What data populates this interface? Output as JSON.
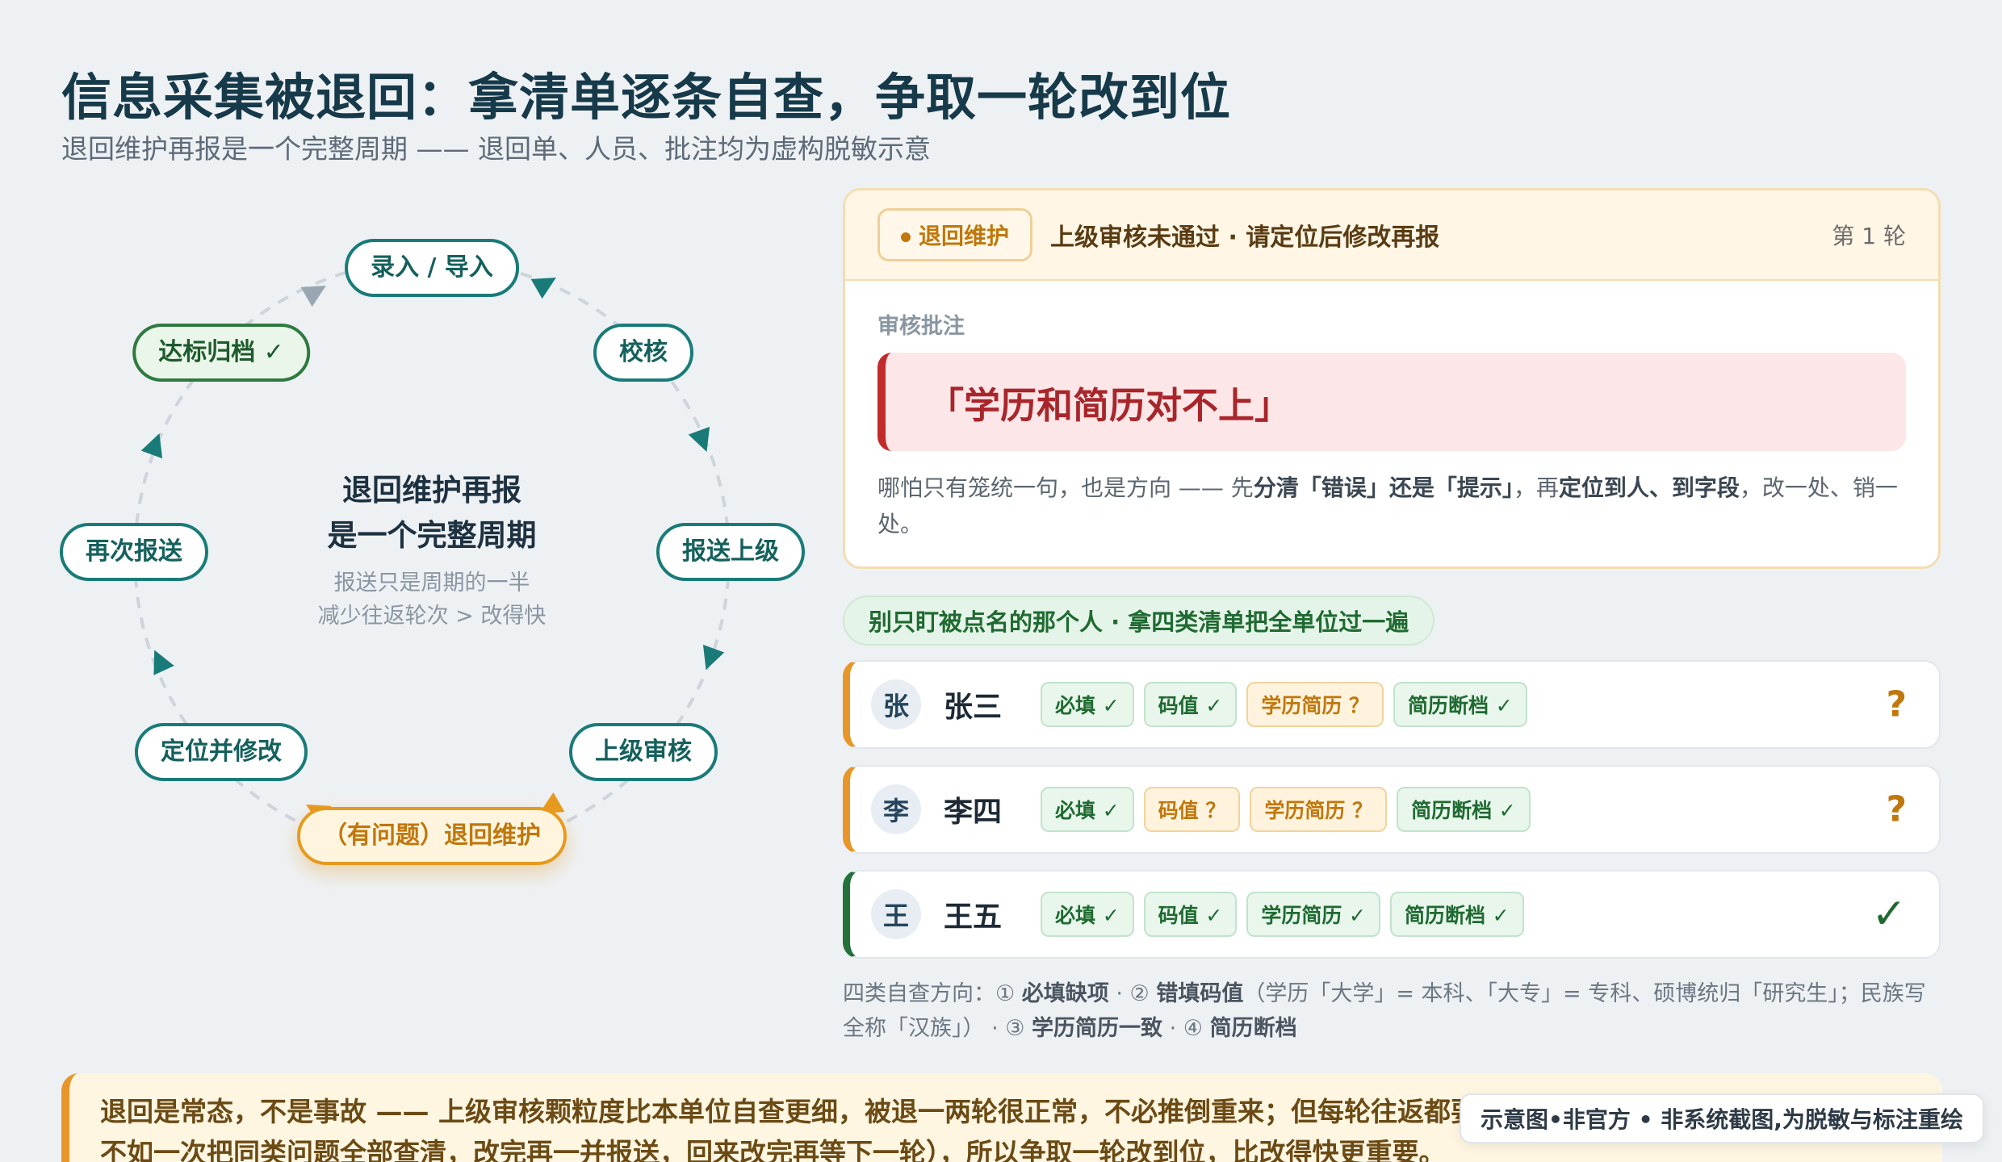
{
  "header": {
    "title": "信息采集被退回：拿清单逐条自查，争取一轮改到位",
    "subtitle": "退回维护再报是一个完整周期 —— 退回单、人员、批注均为虚构脱敏示意"
  },
  "cycle": {
    "nodes": {
      "entry": "录入 / 导入",
      "verify": "校核",
      "report": "报送上级",
      "review": "上级审核",
      "returned": "（有问题）退回维护",
      "fix": "定位并修改",
      "resubmit": "再次报送",
      "archive": "达标归档 ✓"
    },
    "center": {
      "line1": "退回维护再报",
      "line2": "是一个完整周期",
      "line3": "报送只是周期的一半",
      "line4": "减少往返轮次 > 改得快"
    }
  },
  "review_card": {
    "status": "退回维护",
    "title": "上级审核未通过 · 请定位后修改再报",
    "round": "第 1 轮",
    "note_label": "审核批注",
    "quote": "「学历和简历对不上」",
    "explain_parts": {
      "p1": "哪怕只有笼统一句，也是方向 —— 先",
      "b1": "分清「错误」还是「提示」",
      "p2": "，再",
      "b2": "定位到人、到字段",
      "p3": "，改一处、销一处。"
    }
  },
  "checklist": {
    "pill": "别只盯被点名的那个人 · 拿四类清单把全单位过一遍",
    "people": [
      {
        "initial": "张",
        "name": "张三",
        "chips": [
          "必填 ✓",
          "码值 ✓",
          "学历简历 ？",
          "简历断档 ✓"
        ],
        "mark": "?"
      },
      {
        "initial": "李",
        "name": "李四",
        "chips": [
          "必填 ✓",
          "码值 ？",
          "学历简历 ？",
          "简历断档 ✓"
        ],
        "mark": "?"
      },
      {
        "initial": "王",
        "name": "王五",
        "chips": [
          "必填 ✓",
          "码值 ✓",
          "学历简历 ✓",
          "简历断档 ✓"
        ],
        "mark": "✓"
      }
    ],
    "directions": {
      "lead": "四类自查方向：① ",
      "d1": "必填缺项",
      "sep1": " · ② ",
      "d2": "错填码值",
      "detail": "（学历「大学」= 本科、「大专」= 专科、硕博统归「研究生」；民族写全称「汉族」）",
      "sep2": " · ③ ",
      "d3": "学历简历一致",
      "sep3": " · ④ ",
      "d4": "简历断档"
    }
  },
  "banner": {
    "text": "退回是常态，不是事故 —— 上级审核颗粒度比本单位自查更细，被退一两轮很正常，不必推倒重来；但每轮往返都要重新排队审核，与其改一处报一次，不如一次把同类问题全部查清，改完再一并报送，回来改完再等下一轮），所以争取一轮改到位，比改得快更重要。"
  },
  "watermark": "示意图•非官方 • 非系统截图,为脱敏与标注重绘",
  "colors": {
    "teal": "#197b78",
    "green": "#2e7a3f",
    "orange": "#e69a1f",
    "red": "#c22b2b"
  }
}
